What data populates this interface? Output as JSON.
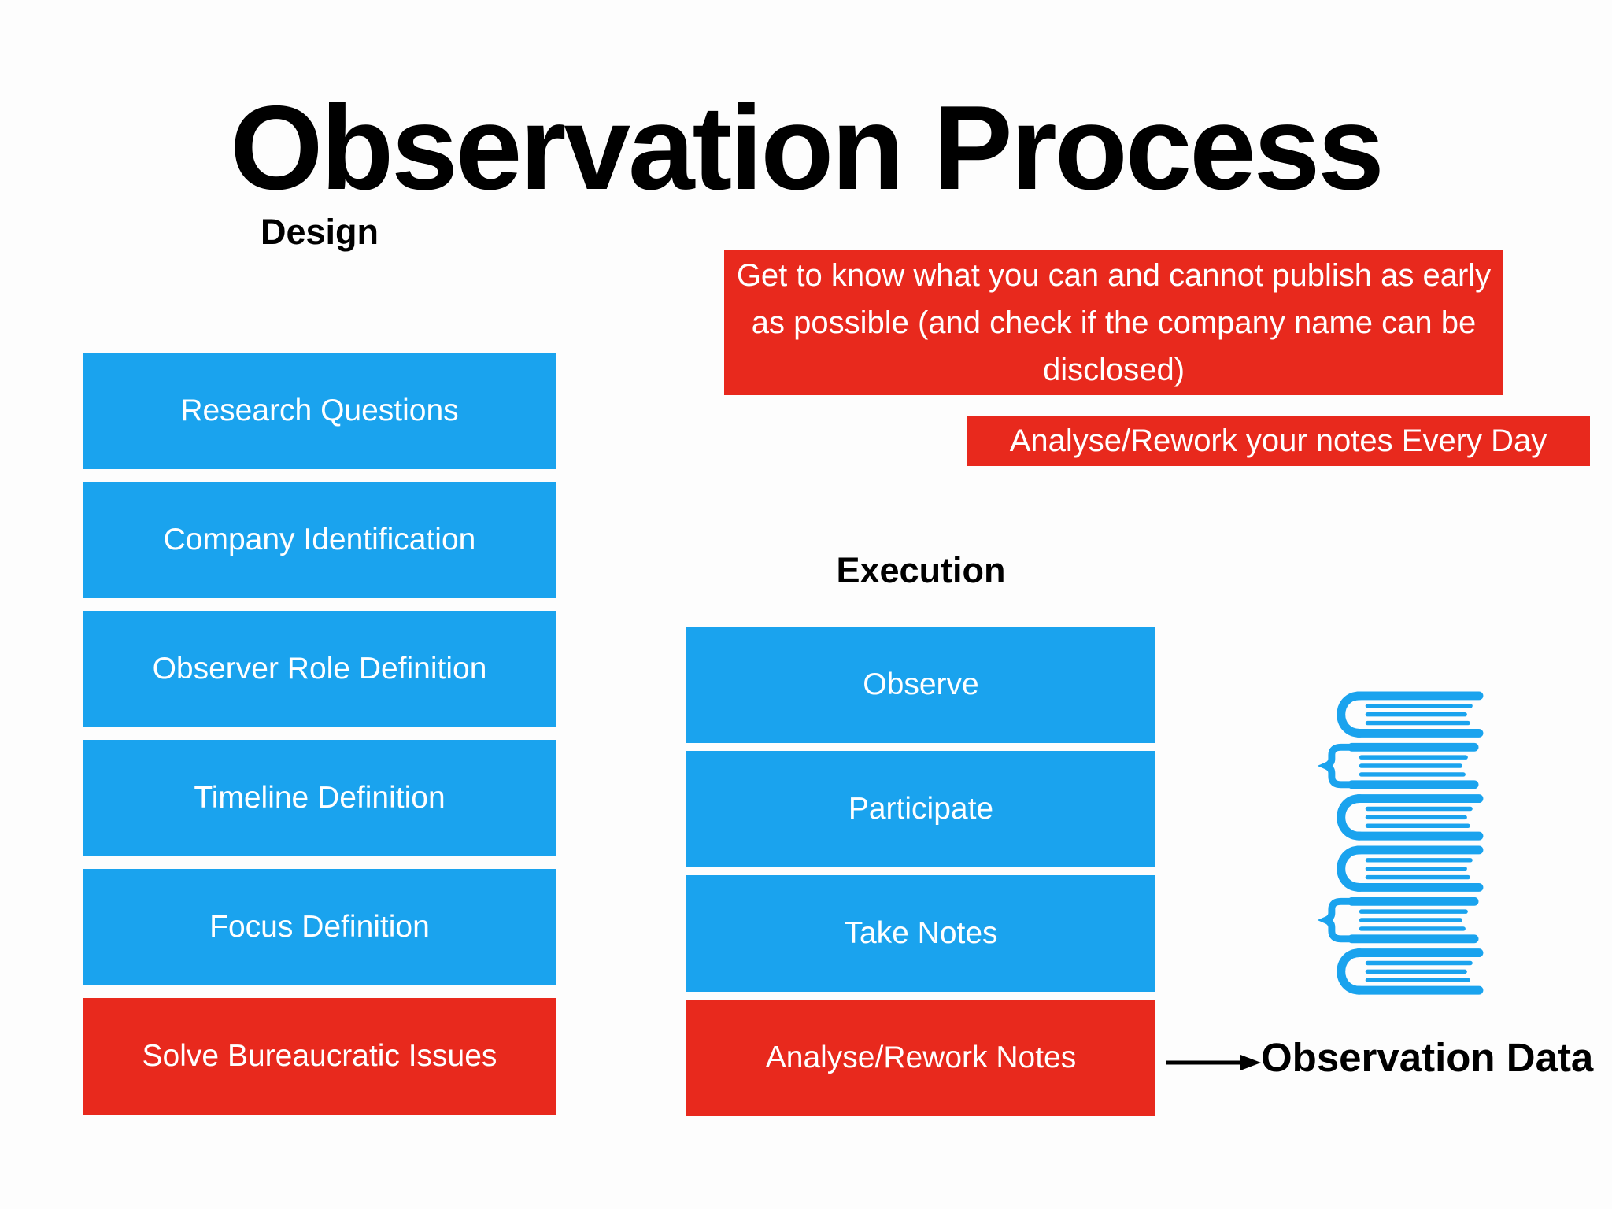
{
  "title": "Observation Process",
  "colors": {
    "blue": "#1aa3ee",
    "red": "#e8291d",
    "text_on_box": "#ffffff",
    "text": "#000000"
  },
  "design_column": {
    "header": "Design",
    "steps": [
      {
        "label": "Research Questions",
        "type": "blue"
      },
      {
        "label": "Company Identification",
        "type": "blue"
      },
      {
        "label": "Observer Role Definition",
        "type": "blue"
      },
      {
        "label": "Timeline Definition",
        "type": "blue"
      },
      {
        "label": "Focus Definition",
        "type": "blue"
      },
      {
        "label": "Solve Bureaucratic Issues",
        "type": "red"
      }
    ]
  },
  "execution_column": {
    "header": "Execution",
    "steps": [
      {
        "label": "Observe",
        "type": "blue"
      },
      {
        "label": "Participate",
        "type": "blue"
      },
      {
        "label": "Take Notes",
        "type": "blue"
      },
      {
        "label": "Analyse/Rework Notes",
        "type": "red"
      }
    ]
  },
  "callouts": [
    {
      "text": "Get to know what you can and cannot publish as early as possible (and check if the company name can be disclosed)"
    },
    {
      "text": "Analyse/Rework your notes Every Day"
    }
  ],
  "output": {
    "label": "Observation Data",
    "icon": "books-stack-icon",
    "connector": "arrow-right-icon"
  }
}
